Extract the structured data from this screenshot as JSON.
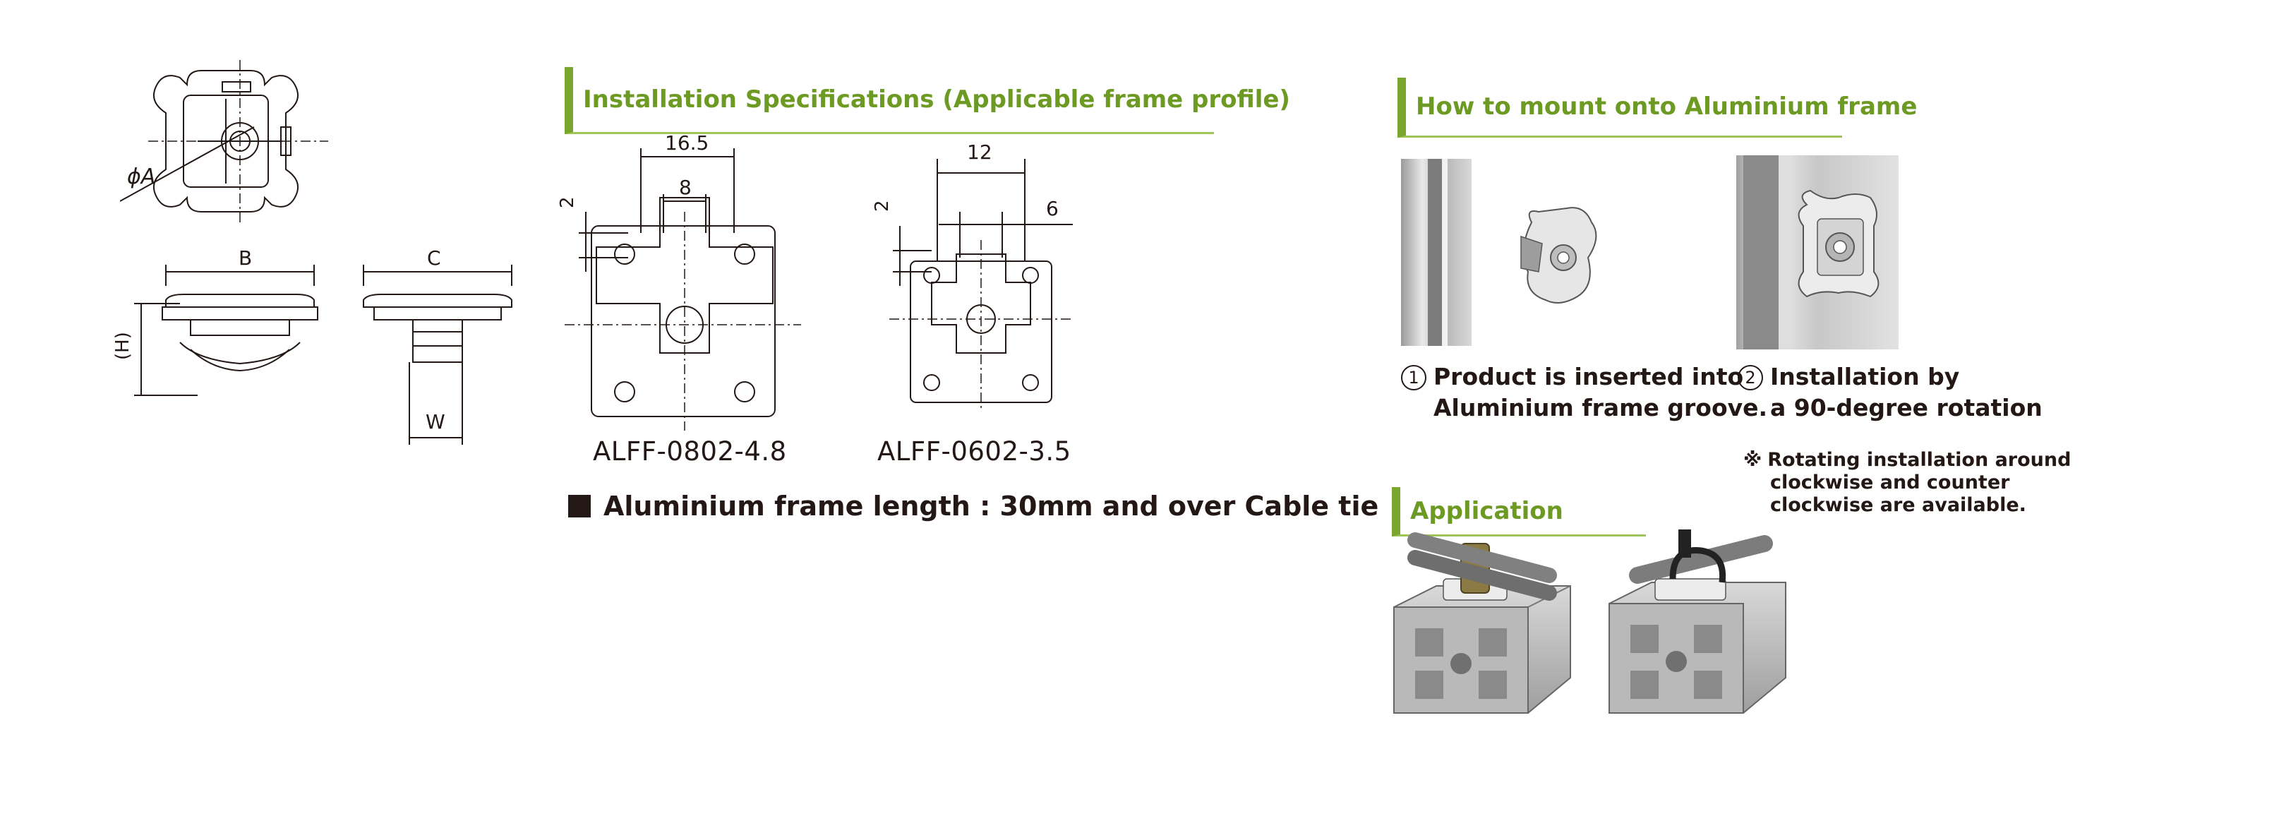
{
  "drawing": {
    "labels": {
      "phi_a": "ϕA",
      "b": "B",
      "c": "C",
      "h": "(H)",
      "w": "W"
    }
  },
  "installation": {
    "title": "Installation Specifications (Applicable frame profile)",
    "profile_1": {
      "name": "ALFF-0802-4.8",
      "dim_width": "16.5",
      "dim_inner": "8",
      "dim_side": "2"
    },
    "profile_2": {
      "name": "ALFF-0602-3.5",
      "dim_width": "12",
      "dim_inner": "6",
      "dim_side": "2"
    },
    "note": "Aluminium frame length : 30mm and over Cable tie"
  },
  "mount": {
    "title": "How to mount onto Aluminium frame",
    "step1": {
      "num": "1",
      "line1": "Product is inserted into",
      "line2": "Aluminium frame groove."
    },
    "step2": {
      "num": "2",
      "line1": "Installation by",
      "line2": "a 90-degree rotation"
    },
    "note_mark": "※",
    "note_lines": [
      "Rotating installation around",
      "clockwise and counter",
      "clockwise are available."
    ]
  },
  "application": {
    "title": "Application"
  },
  "colors": {
    "accent": "#7aa62d",
    "heading": "#6d9a23",
    "text": "#231815"
  }
}
